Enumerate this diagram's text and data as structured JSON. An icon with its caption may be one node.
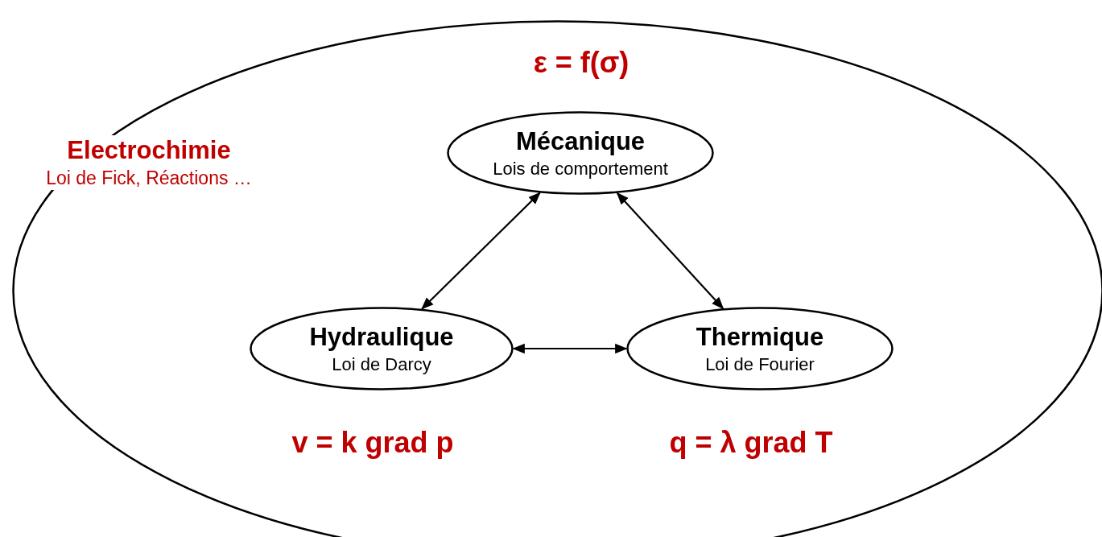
{
  "diagram": {
    "nodes": [
      {
        "text": [
          "Electrochimie",
          "Loi de Fick, Réactions …"
        ]
      },
      {
        "text": [
          "Mécanique",
          "Lois de comportement"
        ],
        "in": 0,
        "beside": [
          "ε = f(σ)"
        ]
      },
      {
        "text": [
          "Hydraulique",
          "Loi de Darcy"
        ],
        "in": 0,
        "beside": [
          "v = k grad p"
        ]
      },
      {
        "text": [
          "Thermique",
          "Loi de Fourier"
        ],
        "in": 0,
        "beside": [
          "q = λ grad T"
        ]
      }
    ],
    "edges": [
      {
        "from": 1,
        "to": 2,
        "arrow": "both"
      },
      {
        "from": 1,
        "to": 3,
        "arrow": "both"
      },
      {
        "from": 2,
        "to": 3,
        "arrow": "both"
      }
    ]
  }
}
